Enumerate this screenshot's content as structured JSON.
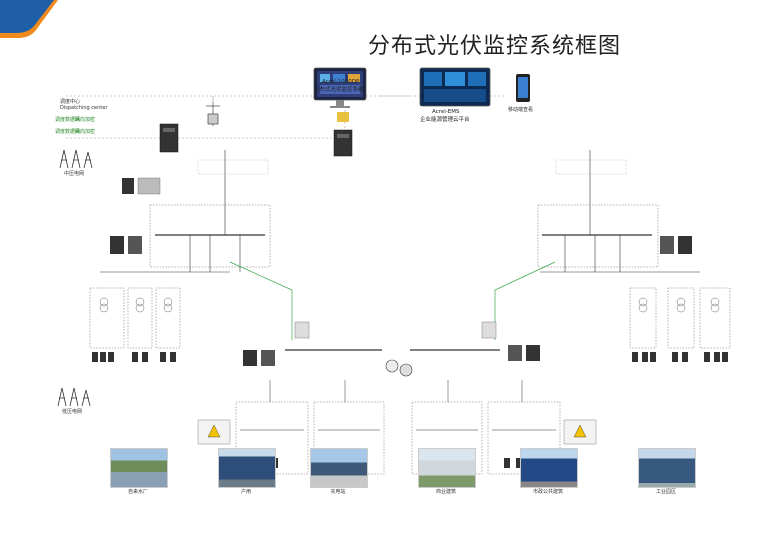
{
  "title": "分布式光伏监控系统框图",
  "top": {
    "scada_name": "Acrel-1000DP",
    "scada_desc": "分布式光伏监控系统",
    "ems_name": "Acrel-EMS",
    "ems_desc": "企业能源管理云平台",
    "mobile": "移动端查看"
  },
  "dispatch": {
    "title_cn": "调度中心",
    "title_en": "Dispatching center",
    "link1": "调度数据网",
    "link2": "纵向加密",
    "link3": "调度数据网",
    "link4": "纵向加密"
  },
  "grid_labels": {
    "upper": "中压电网",
    "lower": "低压电网"
  },
  "photos": [
    {
      "label": "自来水厂"
    },
    {
      "label": "户用"
    },
    {
      "label": "充电站"
    },
    {
      "label": "商业建筑"
    },
    {
      "label": "市政公共建筑"
    },
    {
      "label": "工业园区"
    }
  ],
  "colors": {
    "brand_blue": "#1f5fa8",
    "brand_orange": "#f08a1c",
    "line": "#555555",
    "green_line": "#3aa64b"
  }
}
